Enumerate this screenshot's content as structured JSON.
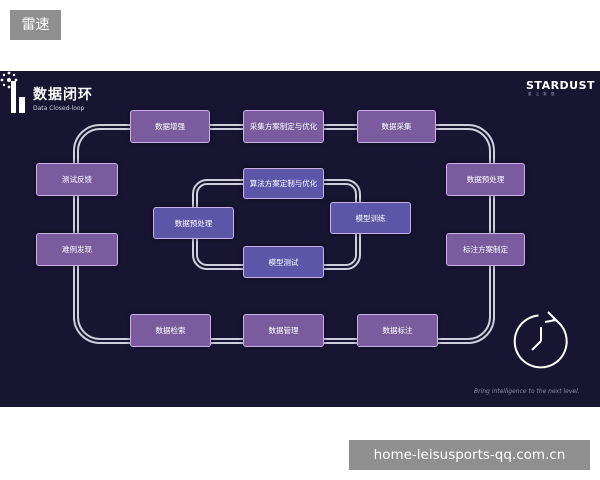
{
  "top_tag": "雷速",
  "panel": {
    "title": "数据闭环",
    "subtitle": "Data Closed-loop",
    "brand_name": "STARDUST",
    "brand_sub": "星 尘 数 据",
    "tagline": "Bring intelligence to the next level.",
    "outer_nodes": [
      {
        "label": "数据增强",
        "color": "#7a5c9e"
      },
      {
        "label": "采集方案制定与优化",
        "color": "#7a5c9e"
      },
      {
        "label": "数据采集",
        "color": "#7a5c9e"
      },
      {
        "label": "数据预处理",
        "color": "#7a5c9e"
      },
      {
        "label": "标注方案制定",
        "color": "#7a5c9e"
      },
      {
        "label": "数据标注",
        "color": "#7a5c9e"
      },
      {
        "label": "数据管理",
        "color": "#7a5c9e"
      },
      {
        "label": "数据检索",
        "color": "#7a5c9e"
      },
      {
        "label": "难例发现",
        "color": "#7a5c9e"
      },
      {
        "label": "测试反馈",
        "color": "#7a5c9e"
      }
    ],
    "inner_nodes": [
      {
        "label": "算法方案定制与优化",
        "color": "#5d55a8"
      },
      {
        "label": "模型训练",
        "color": "#5d55a8"
      },
      {
        "label": "模型测试",
        "color": "#5d55a8"
      },
      {
        "label": "数据预处理",
        "color": "#5d55a8"
      }
    ]
  },
  "url_tag": "home-leisusports-qq.com.cn"
}
